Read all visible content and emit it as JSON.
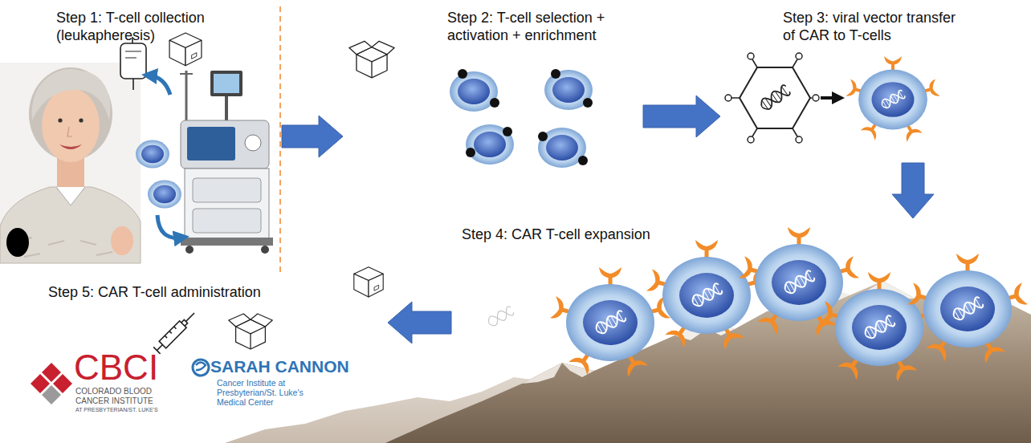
{
  "diagram": {
    "nodes": [
      {
        "text": [
          "Step 1: T-cell collection (leukapheresis)"
        ]
      },
      {
        "text": [
          "Step 2: T-cell selection + activation + enrichment"
        ]
      },
      {
        "text": [
          "Step 3: viral vector transfer of CAR to T-cells"
        ]
      },
      {
        "text": [
          "Step 4: CAR T-cell expansion"
        ]
      },
      {
        "text": [
          "Step 5: CAR T-cell administration"
        ]
      }
    ],
    "edges": [
      {
        "from": 0,
        "to": 1,
        "arrow": "to"
      },
      {
        "from": 1,
        "to": 2,
        "arrow": "to"
      },
      {
        "from": 2,
        "to": 3,
        "arrow": "to"
      },
      {
        "from": 3,
        "to": 4,
        "arrow": "to"
      }
    ],
    "labels": [
      "CBCI",
      "COLORADO BLOOD CANCER INSTITUTE",
      "AT PRESBYTERIAN/ST. LUKE'S",
      "SARAH CANNON",
      "Cancer Institute at Presbyterian/St. Luke's Medical Center"
    ]
  }
}
